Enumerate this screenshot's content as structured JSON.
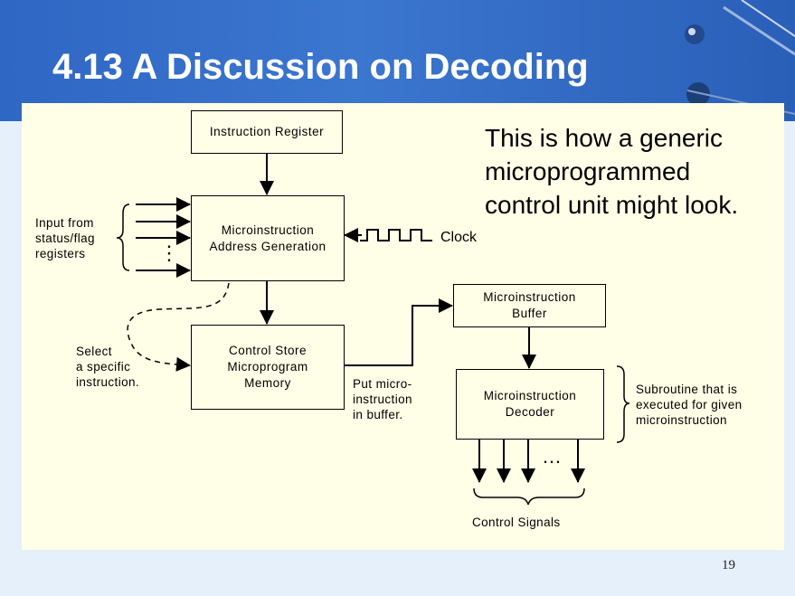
{
  "slide": {
    "title": "4.13 A Discussion on Decoding",
    "page_number": "19"
  },
  "diagram": {
    "boxes": {
      "instruction_register": "Instruction Register",
      "address_generation_line1": "Microinstruction",
      "address_generation_line2": "Address Generation",
      "control_store_line1": "Control Store",
      "control_store_line2": "Microprogram",
      "control_store_line3": "Memory",
      "buffer_line1": "Microinstruction",
      "buffer_line2": "Buffer",
      "decoder_line1": "Microinstruction",
      "decoder_line2": "Decoder"
    },
    "labels": {
      "input_line1": "Input from",
      "input_line2": "status/flag",
      "input_line3": "registers",
      "select_line1": "Select",
      "select_line2": "a specific",
      "select_line3": "instruction.",
      "put_line1": "Put micro-",
      "put_line2": "instruction",
      "put_line3": "in buffer.",
      "subroutine_line1": "Subroutine that is",
      "subroutine_line2": "executed for given",
      "subroutine_line3": "microinstruction",
      "clock": "Clock",
      "control_signals": "Control Signals",
      "dots": "…",
      "vertical_dots": "⋮"
    },
    "callout_line1": "This is how a generic",
    "callout_line2": "microprogrammed",
    "callout_line3": "control unit might look."
  }
}
